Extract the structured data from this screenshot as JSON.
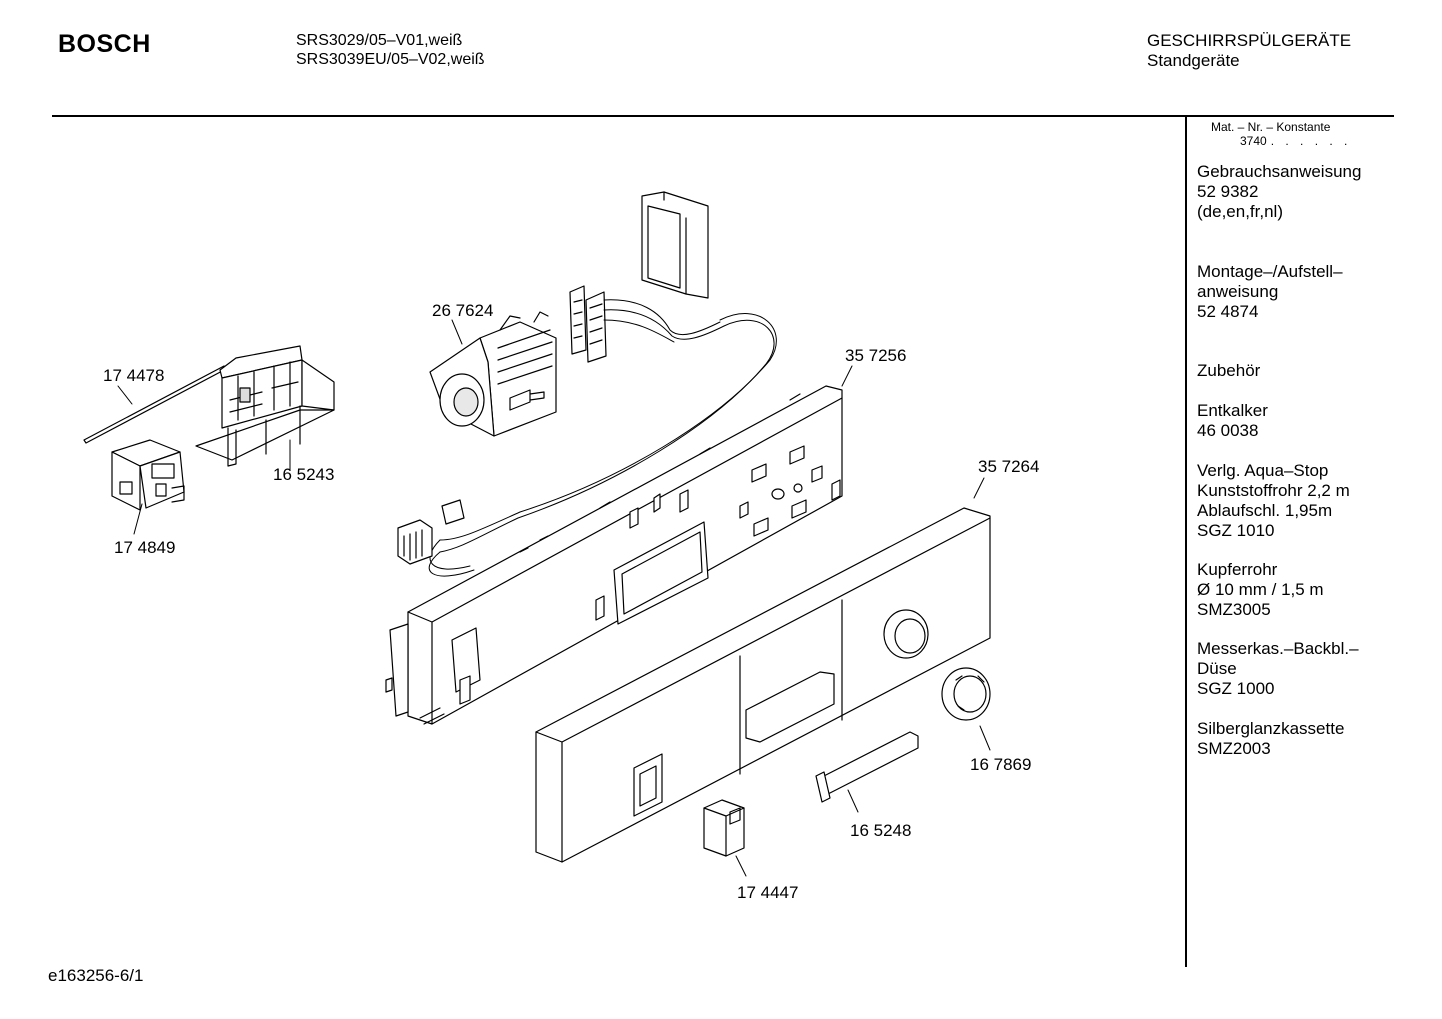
{
  "header": {
    "brand": "BOSCH",
    "models": [
      "SRS3029/05–V01,weiß",
      "SRS3039EU/05–V02,weiß"
    ],
    "category": "GESCHIRRSPÜLGERÄTE",
    "subcategory": "Standgeräte"
  },
  "sidebar": {
    "konstante_label": "Mat. – Nr. – Konstante",
    "konstante_value": "3740",
    "konstante_dots": ". . . . . .",
    "blocks": [
      {
        "lines": [
          "Gebrauchsanweisung",
          "52 9382",
          "(de,en,fr,nl)"
        ]
      },
      {
        "lines": [
          "Montage–/Aufstell–",
          "anweisung",
          "52 4874"
        ]
      },
      {
        "lines": [
          "Zubehör"
        ]
      },
      {
        "lines": [
          "Entkalker",
          "46 0038"
        ]
      },
      {
        "lines": [
          "Verlg. Aqua–Stop",
          "Kunststoffrohr 2,2 m",
          "Ablaufschl. 1,95m",
          "SGZ 1010"
        ]
      },
      {
        "lines": [
          "Kupferrohr",
          "Ø 10 mm / 1,5 m",
          "SMZ3005"
        ]
      },
      {
        "lines": [
          "Messerkas.–Backbl.–",
          "Düse",
          "SGZ 1000"
        ]
      },
      {
        "lines": [
          "Silberglanzkassette",
          "SMZ2003"
        ]
      }
    ]
  },
  "callouts": {
    "c174478": "17 4478",
    "c165243": "16 5243",
    "c174849": "17 4849",
    "c267624": "26 7624",
    "c357256": "35 7256",
    "c357264": "35 7264",
    "c167869": "16 7869",
    "c165248": "16 5248",
    "c174447": "17 4447"
  },
  "footer": {
    "code": "e163256-6/1"
  }
}
